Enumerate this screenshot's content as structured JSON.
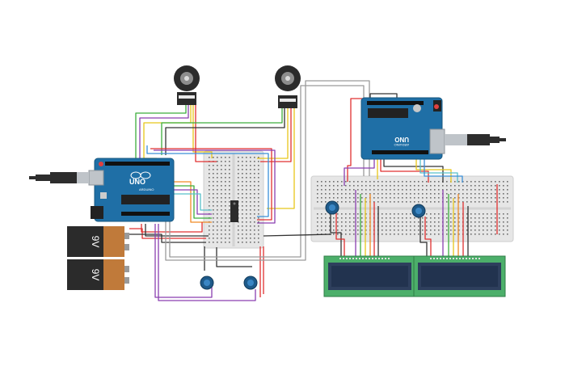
{
  "circuit": {
    "boards": [
      {
        "id": "left",
        "brand_label": "UNO",
        "maker_label": "ARDUINO"
      },
      {
        "id": "right",
        "brand_label": "UNO",
        "maker_label": "ARDUINO"
      }
    ],
    "batteries": [
      {
        "id": "battery-top",
        "label": "9V"
      },
      {
        "id": "battery-bottom",
        "label": "9V"
      }
    ],
    "motors": [
      {
        "id": "motor-left"
      },
      {
        "id": "motor-right"
      }
    ],
    "potentiometers": [
      {
        "id": "pot-1"
      },
      {
        "id": "pot-2"
      },
      {
        "id": "pot-3"
      },
      {
        "id": "pot-4"
      }
    ],
    "lcds": [
      {
        "id": "lcd-left"
      },
      {
        "id": "lcd-right"
      }
    ],
    "colors": {
      "board_blue": "#1f6fa6",
      "board_dark": "#17577f",
      "breadboard": "#e6e6e6",
      "lcd_green": "#4caf6a",
      "lcd_screen": "#22334f",
      "battery_black": "#2b2b2b",
      "battery_copper": "#c07a3a",
      "wire_red": "#e03030",
      "wire_green": "#3cae3c",
      "wire_yellow": "#e8c61a",
      "wire_orange": "#f08a24",
      "wire_purple": "#8a3fb0",
      "wire_blue": "#3a8fd8",
      "wire_black": "#333333",
      "wire_gray": "#9a9a9a",
      "wire_cyan": "#57c0c9"
    }
  }
}
